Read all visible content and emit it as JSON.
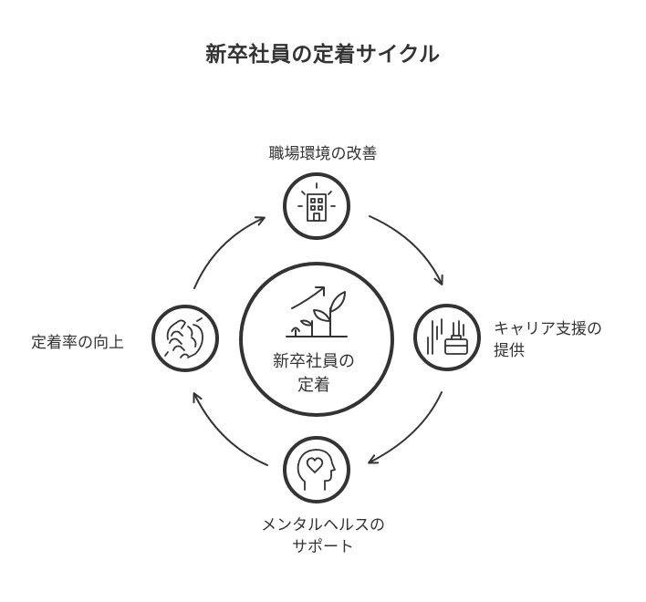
{
  "title": "新卒社員の定着サイクル",
  "center": {
    "line1": "新卒社員の",
    "line2": "定着",
    "icon": "growing-plant-icon"
  },
  "nodes": [
    {
      "id": "top",
      "lines": [
        "職場環境の改善"
      ],
      "icon": "building-icon"
    },
    {
      "id": "right",
      "lines": [
        "キャリア支援の",
        "提供"
      ],
      "icon": "career-briefcase-icon"
    },
    {
      "id": "bottom",
      "lines": [
        "メンタルヘルスの",
        "サポート"
      ],
      "icon": "head-heart-icon"
    },
    {
      "id": "left",
      "lines": [
        "定着率の向上"
      ],
      "icon": "handshake-icon"
    }
  ],
  "colors": {
    "stroke": "#333333",
    "text": "#333333",
    "background": "#ffffff"
  }
}
